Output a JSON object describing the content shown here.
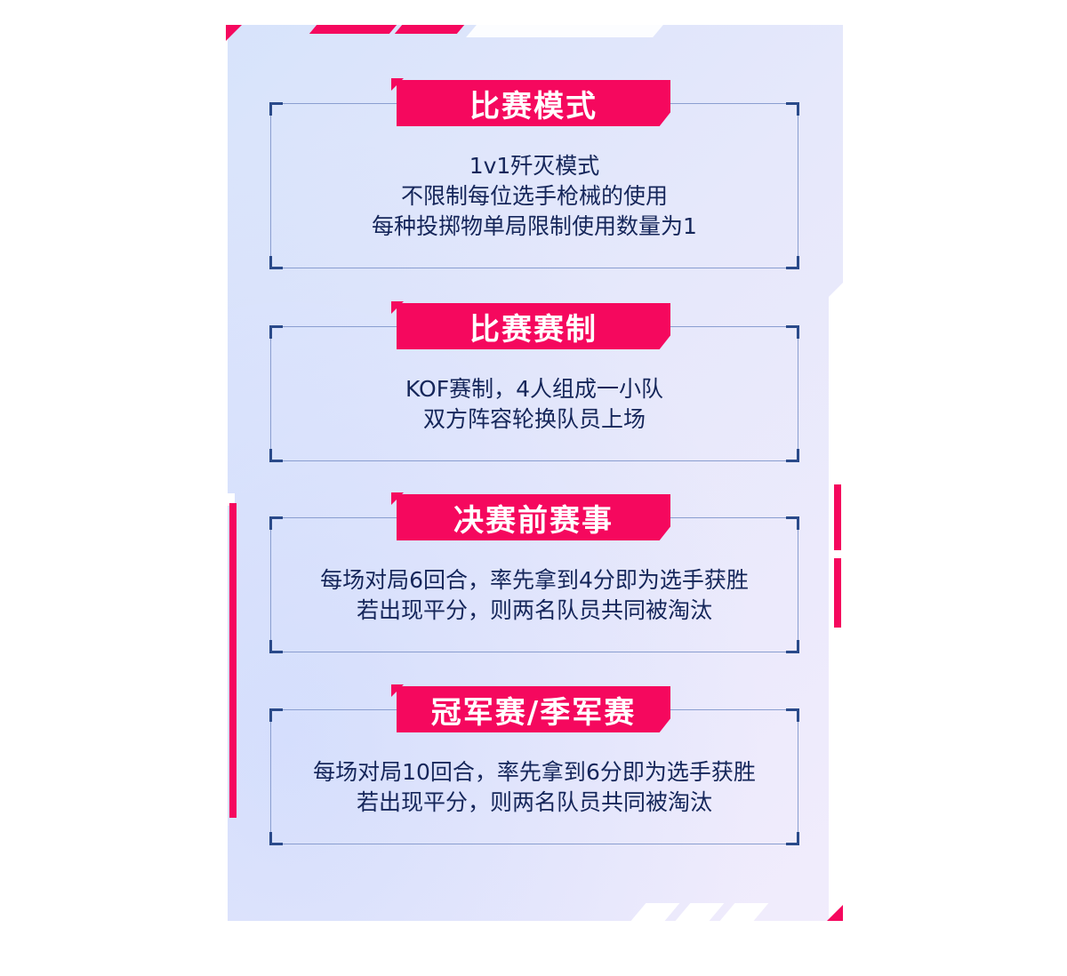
{
  "sections": [
    {
      "title": "比赛模式",
      "lines": [
        "1v1歼灭模式",
        "不限制每位选手枪械的使用",
        "每种投掷物单局限制使用数量为1"
      ]
    },
    {
      "title": "比赛赛制",
      "lines": [
        "KOF赛制，4人组成一小队",
        "双方阵容轮换队员上场"
      ]
    },
    {
      "title": "决赛前赛事",
      "lines": [
        "每场对局6回合，率先拿到4分即为选手获胜",
        "若出现平分，则两名队员共同被淘汰"
      ]
    },
    {
      "title": "冠军赛/季军赛",
      "lines": [
        "每场对局10回合，率先拿到6分即为选手获胜",
        "若出现平分，则两名队员共同被淘汰"
      ]
    }
  ],
  "colors": {
    "accent": "#f5085e",
    "text": "#15265a",
    "frame": "#8a9ed0",
    "corner": "#2a4a8a"
  }
}
